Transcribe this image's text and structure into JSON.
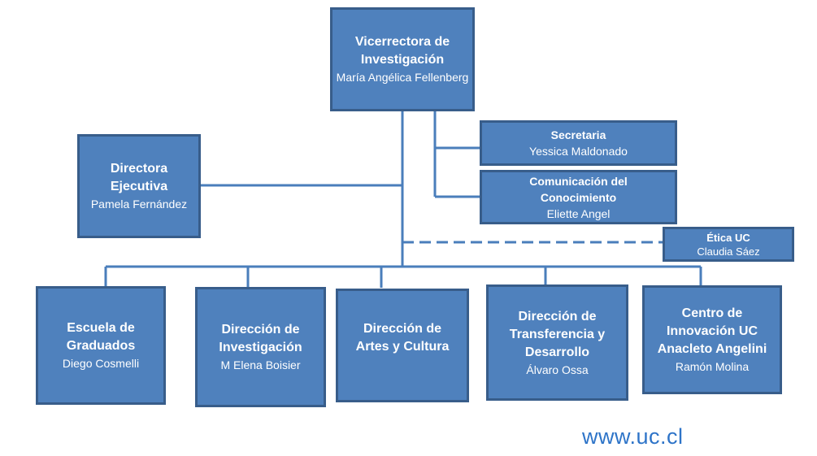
{
  "colors": {
    "box_fill": "#4f81bd",
    "box_border": "#385d8a",
    "connector": "#4a7ebb",
    "link": "#2e74c8"
  },
  "vicerrectora": {
    "title": "Vicerrectora de Investigación",
    "name": "María Angélica Fellenberg"
  },
  "secretaria": {
    "title": "Secretaria",
    "name": "Yessica Maldonado"
  },
  "comunicacion": {
    "title": "Comunicación del Conocimiento",
    "name": "Eliette Angel"
  },
  "directora_ejecutiva": {
    "title": "Directora Ejecutiva",
    "name": "Pamela Fernández"
  },
  "etica": {
    "title": "Ética UC",
    "name": "Claudia Sáez"
  },
  "units": [
    {
      "title": "Escuela de Graduados",
      "name": "Diego Cosmelli"
    },
    {
      "title": "Dirección de Investigación",
      "name": "M Elena Boisier"
    },
    {
      "title": "Dirección de Artes y Cultura",
      "name": ""
    },
    {
      "title": "Dirección de Transferencia y Desarrollo",
      "name": "Álvaro Ossa"
    },
    {
      "title": "Centro de Innovación UC Anacleto Angelini",
      "name": "Ramón Molina"
    }
  ],
  "footer": {
    "url": "www.uc.cl"
  }
}
